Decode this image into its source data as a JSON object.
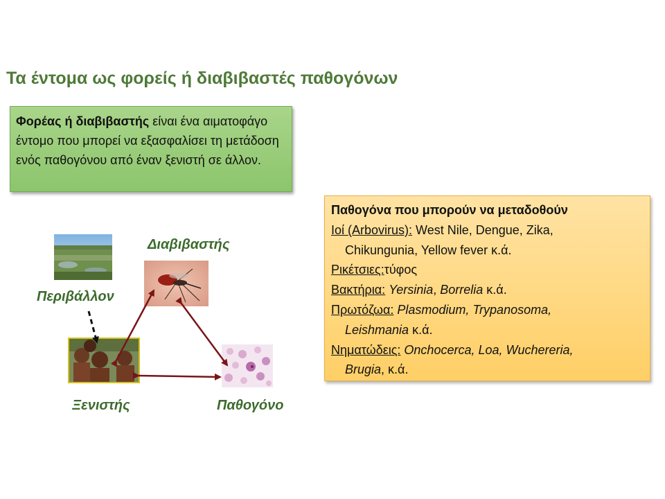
{
  "slide": {
    "title": "Τα έντομα ως φορείς ή διαβιβαστές παθογόνων"
  },
  "definition": {
    "term": "Φορέας ή διαβιβαστής",
    "text": " είναι ένα αιματοφάγο έντομο που μπορεί να εξασφαλίσει τη μετάδοση ενός παθογόνου από έναν ξενιστή σε άλλον."
  },
  "pathogens": {
    "heading": "Παθογόνα που μπορούν να μεταδοθούν",
    "viruses_label": "Ιοί (Arbovirus):",
    "viruses_line1": " West Nile, Dengue, Zika,",
    "viruses_line2": "Chikungunia, Yellow fever κ.ά.",
    "rickettsia_label": "Ρικέτσιες:",
    "rickettsia_text": "τύφος",
    "bacteria_label": "Βακτήρια:",
    "bacteria_italic": " Yersinia",
    "bacteria_sep": ", ",
    "bacteria_italic2": "Borrelia",
    "bacteria_tail": " κ.ά.",
    "protozoa_label": "Πρωτόζωα:",
    "protozoa_italic": " Plasmodium, Trypanosoma,",
    "protozoa_line2_italic": "Leishmania",
    "protozoa_tail": " κ.ά.",
    "nematodes_label": "Νηματώδεις:",
    "nematodes_italic": " Onchocerca, Loa, Wuchereria,",
    "nematodes_line2_italic": "Brugia",
    "nematodes_tail": ", κ.ά."
  },
  "diagram": {
    "environment_label": "Περιβάλλον",
    "vector_label": "Διαβιβαστής",
    "host_label": "Ξενιστής",
    "pathogen_label": "Παθογόνο",
    "arrow_color": "#7a1418"
  }
}
